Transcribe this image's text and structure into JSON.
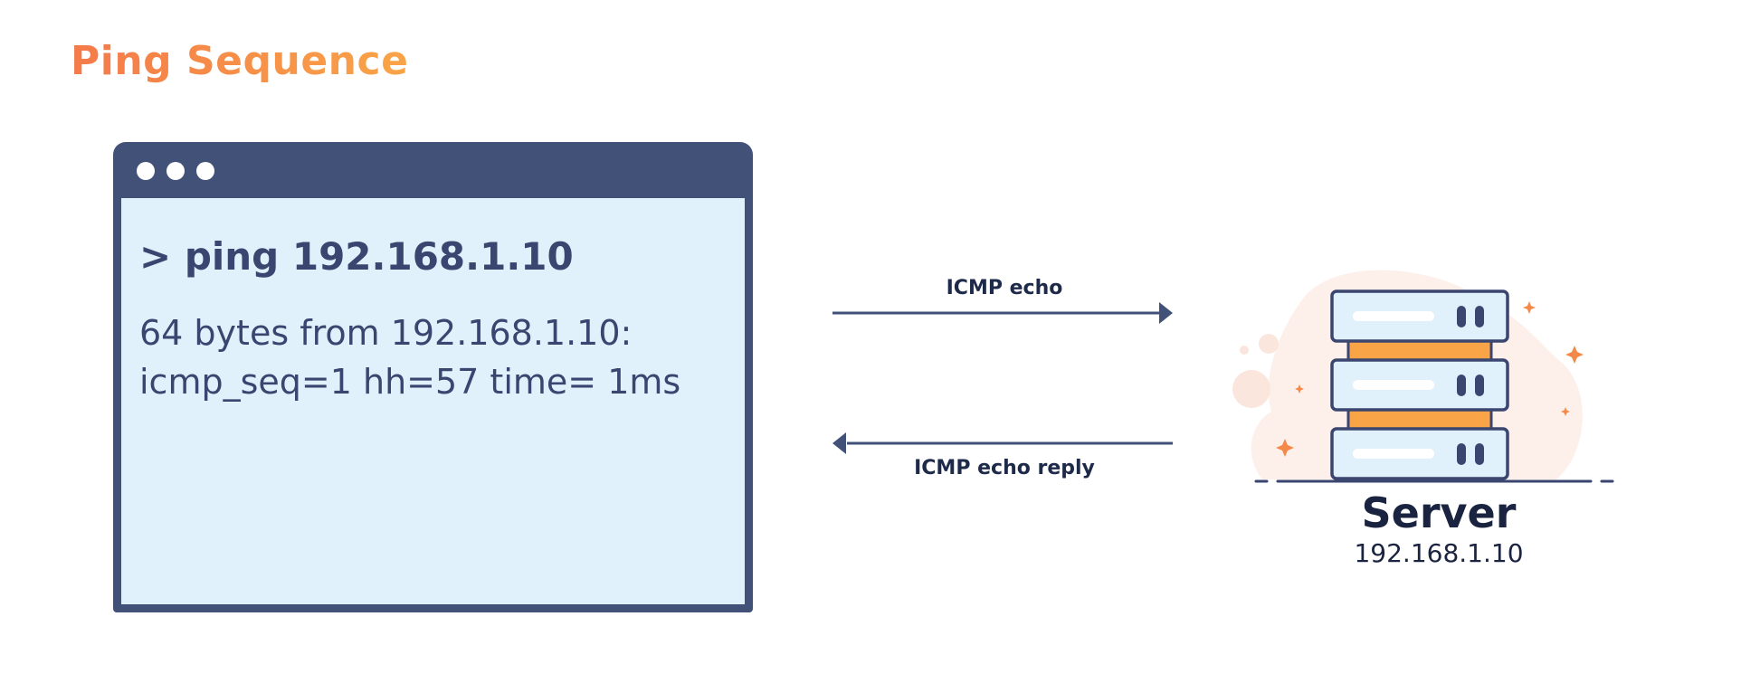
{
  "title": "Ping Sequence",
  "terminal": {
    "command": "> ping 192.168.1.10",
    "output_lines": [
      "64 bytes from 192.168.1.10:",
      "icmp_seq=1 hh=57 time= 1ms"
    ]
  },
  "arrows": {
    "request_label": "ICMP echo",
    "reply_label": "ICMP echo reply"
  },
  "server": {
    "name": "Server",
    "ip": "192.168.1.10"
  },
  "colors": {
    "title_start": "#f47a4a",
    "title_end": "#f9a447",
    "terminal_frame": "#425178",
    "terminal_screen": "#e0f1fc",
    "arrow": "#425178",
    "server_unit": "#e0f1fc",
    "server_link": "#f9a447",
    "sparkle": "#f48a4a"
  }
}
